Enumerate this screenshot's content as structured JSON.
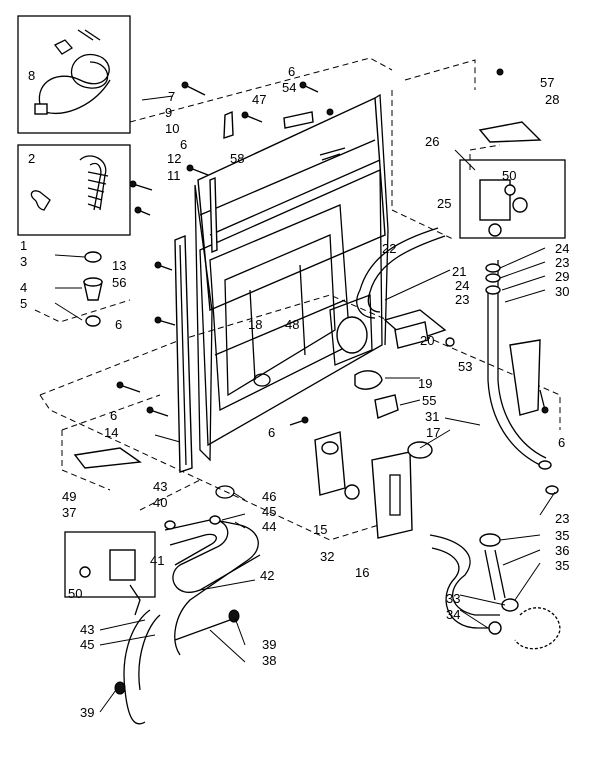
{
  "callouts": [
    {
      "id": "c57",
      "text": "57"
    },
    {
      "id": "c28",
      "text": "28"
    },
    {
      "id": "c8",
      "text": "8"
    },
    {
      "id": "c7",
      "text": "7"
    },
    {
      "id": "c9",
      "text": "9"
    },
    {
      "id": "c6a",
      "text": "6"
    },
    {
      "id": "c54",
      "text": "54"
    },
    {
      "id": "c47",
      "text": "47"
    },
    {
      "id": "c10",
      "text": "10"
    },
    {
      "id": "c58",
      "text": "58"
    },
    {
      "id": "c6b",
      "text": "6"
    },
    {
      "id": "c12",
      "text": "12"
    },
    {
      "id": "c11",
      "text": "11"
    },
    {
      "id": "c2",
      "text": "2"
    },
    {
      "id": "c26",
      "text": "26"
    },
    {
      "id": "c50a",
      "text": "50"
    },
    {
      "id": "c25",
      "text": "25"
    },
    {
      "id": "c1",
      "text": "1"
    },
    {
      "id": "c3",
      "text": "3"
    },
    {
      "id": "c22",
      "text": "22"
    },
    {
      "id": "c24a",
      "text": "24"
    },
    {
      "id": "c23a",
      "text": "23"
    },
    {
      "id": "c21",
      "text": "21"
    },
    {
      "id": "c24b",
      "text": "24"
    },
    {
      "id": "c29",
      "text": "29"
    },
    {
      "id": "c23b",
      "text": "23"
    },
    {
      "id": "c30",
      "text": "30"
    },
    {
      "id": "c13",
      "text": "13"
    },
    {
      "id": "c56",
      "text": "56"
    },
    {
      "id": "c4",
      "text": "4"
    },
    {
      "id": "c5",
      "text": "5"
    },
    {
      "id": "c6c",
      "text": "6"
    },
    {
      "id": "c18",
      "text": "18"
    },
    {
      "id": "c48",
      "text": "48"
    },
    {
      "id": "c20",
      "text": "20"
    },
    {
      "id": "c53",
      "text": "53"
    },
    {
      "id": "c19",
      "text": "19"
    },
    {
      "id": "c55",
      "text": "55"
    },
    {
      "id": "c31",
      "text": "31"
    },
    {
      "id": "c6d",
      "text": "6"
    },
    {
      "id": "c14",
      "text": "14"
    },
    {
      "id": "c6e",
      "text": "6"
    },
    {
      "id": "c17",
      "text": "17"
    },
    {
      "id": "c6f",
      "text": "6"
    },
    {
      "id": "c49",
      "text": "49"
    },
    {
      "id": "c37",
      "text": "37"
    },
    {
      "id": "c43a",
      "text": "43"
    },
    {
      "id": "c40",
      "text": "40"
    },
    {
      "id": "c46",
      "text": "46"
    },
    {
      "id": "c45a",
      "text": "45"
    },
    {
      "id": "c44",
      "text": "44"
    },
    {
      "id": "c15",
      "text": "15"
    },
    {
      "id": "c32",
      "text": "32"
    },
    {
      "id": "c16",
      "text": "16"
    },
    {
      "id": "c23c",
      "text": "23"
    },
    {
      "id": "c35a",
      "text": "35"
    },
    {
      "id": "c36",
      "text": "36"
    },
    {
      "id": "c35b",
      "text": "35"
    },
    {
      "id": "c41",
      "text": "41"
    },
    {
      "id": "c42",
      "text": "42"
    },
    {
      "id": "c50b",
      "text": "50"
    },
    {
      "id": "c43b",
      "text": "43"
    },
    {
      "id": "c45b",
      "text": "45"
    },
    {
      "id": "c33",
      "text": "33"
    },
    {
      "id": "c34",
      "text": "34"
    },
    {
      "id": "c39a",
      "text": "39"
    },
    {
      "id": "c38",
      "text": "38"
    },
    {
      "id": "c39b",
      "text": "39"
    }
  ]
}
